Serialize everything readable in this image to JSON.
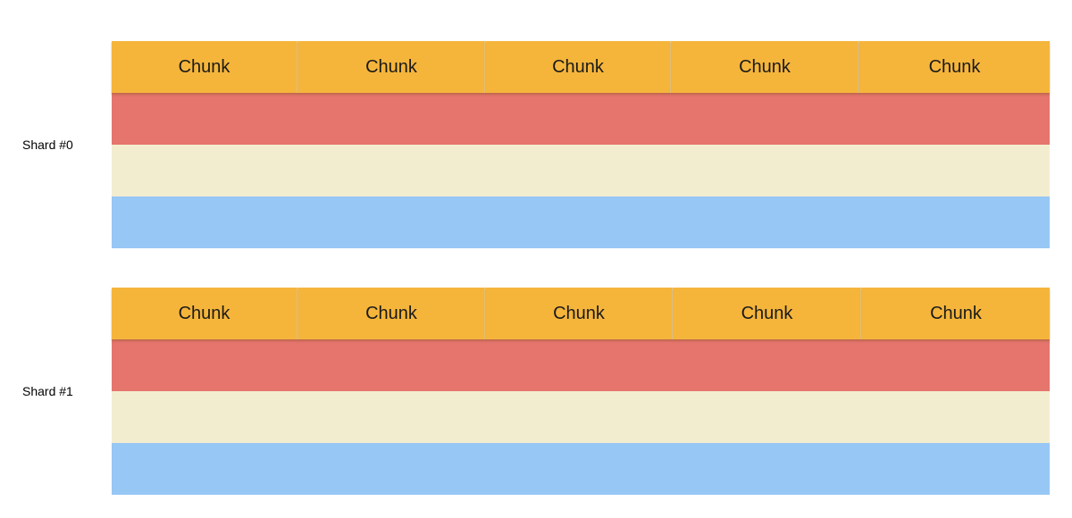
{
  "colors": {
    "chunk": "#F5B53B",
    "red": "#E5756D",
    "cream": "#F3EDCF",
    "blue": "#97C7F5",
    "chunk_divider": "#E8C178"
  },
  "shards": [
    {
      "label": "Shard #0",
      "chunks": [
        "Chunk",
        "Chunk",
        "Chunk",
        "Chunk",
        "Chunk"
      ]
    },
    {
      "label": "Shard #1",
      "chunks": [
        "Chunk",
        "Chunk",
        "Chunk",
        "Chunk",
        "Chunk"
      ]
    }
  ]
}
